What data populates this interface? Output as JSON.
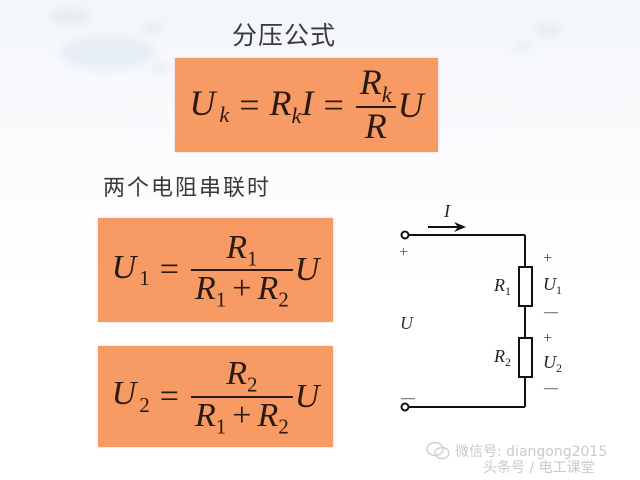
{
  "title": "分压公式",
  "subtitle": "两个电阻串联时",
  "colors": {
    "formula_box": "#f89a64",
    "text": "#3a3a3a",
    "circuit_line": "#111111",
    "watermark": "#c9c9c9"
  },
  "formula_general": {
    "lhs_var": "U",
    "lhs_sub": "k",
    "mid_var": "R",
    "mid_sub": "k",
    "mid_tail": "I",
    "num_var": "R",
    "num_sub": "k",
    "den_var": "R",
    "rhs_var": "U",
    "eq": "="
  },
  "formula_u1": {
    "lhs_var": "U",
    "lhs_sub": "1",
    "num_var": "R",
    "num_sub": "1",
    "den_a_var": "R",
    "den_a_sub": "1",
    "den_op": "+",
    "den_b_var": "R",
    "den_b_sub": "2",
    "rhs_var": "U",
    "eq": "="
  },
  "formula_u2": {
    "lhs_var": "U",
    "lhs_sub": "2",
    "num_var": "R",
    "num_sub": "2",
    "den_a_var": "R",
    "den_a_sub": "1",
    "den_op": "+",
    "den_b_var": "R",
    "den_b_sub": "2",
    "rhs_var": "U",
    "eq": "="
  },
  "circuit": {
    "current_label": "I",
    "source_label": "U",
    "top_terminal_sign": "+",
    "bottom_terminal_sign": "—",
    "resistors": [
      {
        "name": "R",
        "sub": "1",
        "voltage": "U",
        "voltage_sub": "1",
        "plus": "+",
        "minus": "—"
      },
      {
        "name": "R",
        "sub": "2",
        "voltage": "U",
        "voltage_sub": "2",
        "plus": "+",
        "minus": "—"
      }
    ]
  },
  "watermark": {
    "line1": "微信号: diangong2015",
    "line2": "头条号 / 电工课堂",
    "icon": "wechat-icon"
  }
}
